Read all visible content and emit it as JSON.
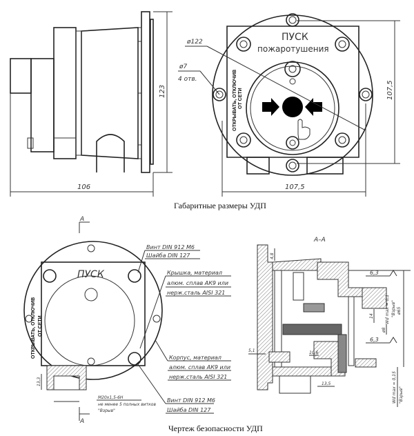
{
  "top": {
    "side_view": {
      "dim_height": "123",
      "dim_width": "106"
    },
    "front_view": {
      "label_title": "ПУСК",
      "label_subtitle": "пожаротушения",
      "warning_line1": "ОТКРЫВАТЬ, ОТКЛЮЧИВ",
      "warning_line2": "ОТ СЕТИ",
      "dim_diameter": "ø122",
      "dim_hole": "ø7",
      "dim_hole_count": "4 отв.",
      "dim_width": "107,5",
      "dim_height": "107,5"
    },
    "caption": "Габаритные размеры УДП"
  },
  "bottom": {
    "front_view": {
      "section_mark": "A",
      "label_title": "ПУСК",
      "warning_line1": "ОТКРЫВАТЬ, ОТКЛЮЧИВ",
      "warning_line2": "ОТ СЕТИ",
      "callout_screw_top": [
        "Винт DIN 912 M6",
        "Шайба DIN 127"
      ],
      "callout_cover": [
        "Крышка, материал",
        "алюм. сплав АК9 или",
        "нерж.сталь AISI 321"
      ],
      "callout_body": [
        "Корпус, материал",
        "алюм. сплав АК9 или",
        "нерж.сталь AISI 321"
      ],
      "callout_screw_bottom": [
        "Винт DIN 912 M6",
        "Шайба DIN 127"
      ],
      "thread_note": [
        "M20x1,5-6H",
        "не менее 5 полных витков",
        "\"Взрыв\""
      ],
      "dim_thread": "13,3"
    },
    "section_view": {
      "title": "А–А",
      "dim_48": "4,8",
      "dim_51": "5,1",
      "dim_roughness_top": "6,3",
      "dim_roughness_bottom": "6,3",
      "dim_14": "14",
      "dim_d8": "ø8",
      "dim_106": "10,6",
      "dim_135": "13,5",
      "dim_fit_top": [
        "Wd max = 0,1",
        "\"Взрыв\"",
        "ø65"
      ],
      "dim_fit_bottom": [
        "Wd max = 0,15",
        "\"Взрыв\""
      ]
    },
    "caption": "Чертеж безопасности УДП"
  }
}
